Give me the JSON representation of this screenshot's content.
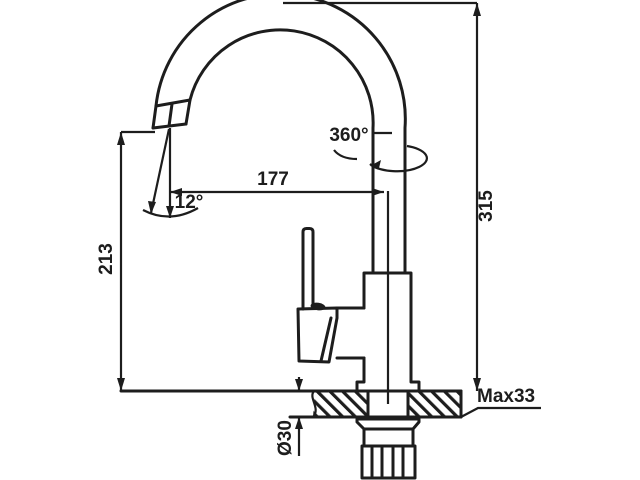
{
  "page": {
    "background": "#ffffff",
    "ink": "#1d1d1d"
  },
  "drawing": {
    "subject": "single-handle kitchen faucet side elevation with installation dimensions",
    "labels": {
      "swivel_angle": "360°",
      "spout_reach": "177",
      "stream_angle": "12°",
      "outlet_height": "213",
      "overall_height": "315",
      "max_counter_thickness": "Max33",
      "mounting_hole_diameter": "Ø30"
    }
  }
}
